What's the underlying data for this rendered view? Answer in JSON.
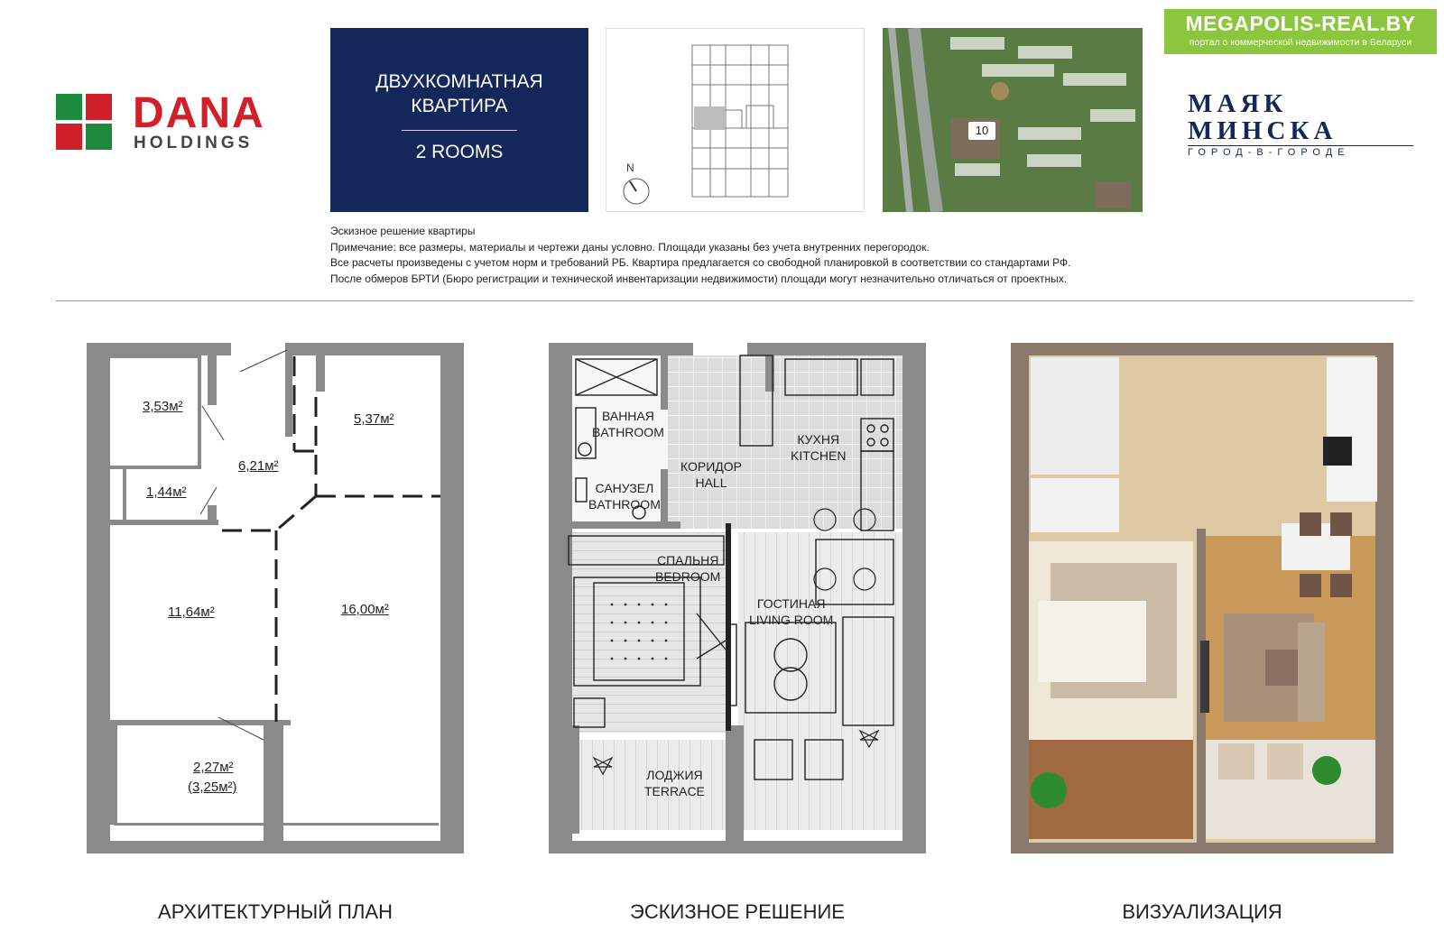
{
  "brand": {
    "name": "DANA",
    "sub": "HOLDINGS"
  },
  "title": {
    "ru": "ДВУХКОМНАТНАЯ КВАРТИРА",
    "en": "2 ROOMS"
  },
  "keyplan": {
    "north": "N"
  },
  "siteplan": {
    "building_label": "10"
  },
  "megapolis": {
    "title": "MEGAPOLIS-REAL.BY",
    "subtitle": "портал о коммерческой недвижимости в Беларуси"
  },
  "mayak": {
    "title": "МАЯК МИНСКА",
    "subtitle": "ГОРОД-В-ГОРОДЕ"
  },
  "notes": [
    "Эскизное решение квартиры",
    "Примечание: все размеры, материалы и чертежи даны условно. Площади указаны без учета внутренних перегородок.",
    "Все расчеты произведены с учетом норм и требований РБ. Квартира предлагается со свободной планировкой в соответствии со стандартами РФ.",
    "После обмеров БРТИ (Бюро регистрации и технической инвентаризации недвижимости) площади могут незначительно отличаться от проектных."
  ],
  "arch_plan": {
    "areas": {
      "a1": "3,53м²",
      "a2": "5,37м²",
      "a3": "6,21м²",
      "a4": "1,44м²",
      "a5": "11,64м²",
      "a6": "16,00м²",
      "a7": "2,27м²",
      "a7b": "(3,25м²)"
    }
  },
  "sketch_plan": {
    "rooms": {
      "bath_ru": "ВАННАЯ",
      "bath_en": "BATHROOM",
      "kitchen_ru": "КУХНЯ",
      "kitchen_en": "KITCHEN",
      "hall_ru": "КОРИДОР",
      "hall_en": "HALL",
      "wc_ru": "САНУЗЕЛ",
      "wc_en": "BATHROOM",
      "bedroom_ru": "СПАЛЬНЯ",
      "bedroom_en": "BEDROOM",
      "living_ru": "ГОСТИНАЯ",
      "living_en": "LIVING ROOM",
      "terrace_ru": "ЛОДЖИЯ",
      "terrace_en": "TERRACE"
    }
  },
  "captions": {
    "arch": "АРХИТЕКТУРНЫЙ ПЛАН",
    "sketch": "ЭСКИЗНОЕ РЕШЕНИЕ",
    "visual": "ВИЗУАЛИЗАЦИЯ"
  },
  "colors": {
    "navy": "#13275a",
    "brand_red": "#d0202a",
    "brand_green": "#1e8a3c",
    "badge_green": "#8cc63e",
    "wall": "#8a8a8a"
  }
}
